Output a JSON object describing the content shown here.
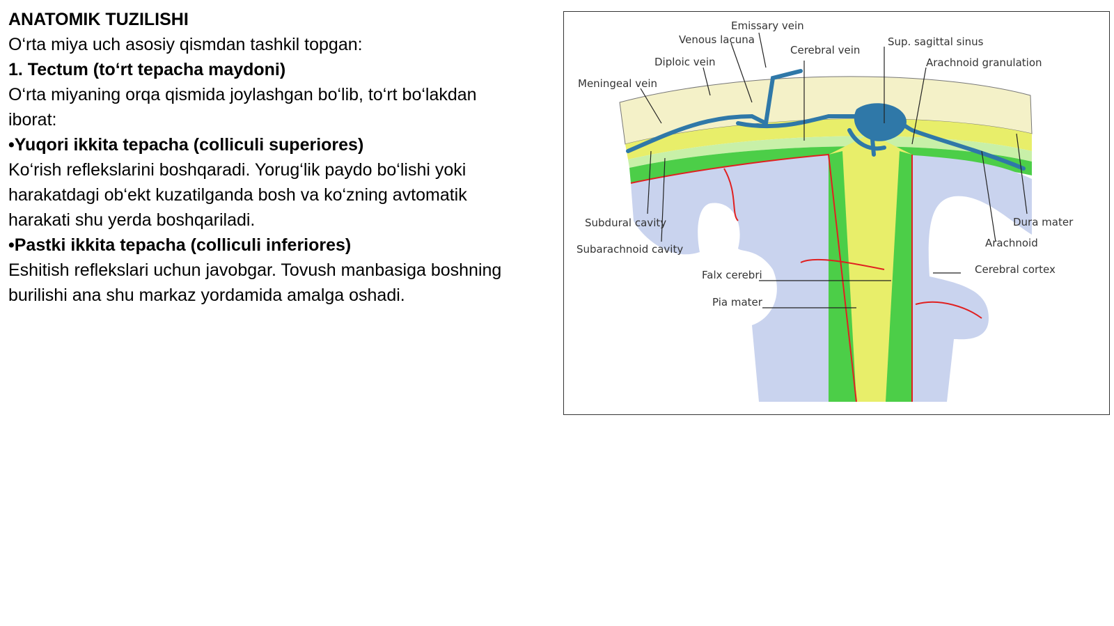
{
  "slide": {
    "heading": "ANATOMIK TUZILISHI",
    "intro": "O‘rta miya uch asosiy qismdan tashkil topgan:",
    "section1_title": "1. Tectum (to‘rt tepacha maydoni)",
    "section1_line1": "O‘rta miyaning orqa qismida joylashgan bo‘lib, to‘rt bo‘lakdan",
    "section1_line2": "iborat:",
    "bullet1_title": "•Yuqori ikkita tepacha (colliculi superiores)",
    "bullet1_line1": "Ko‘rish reflekslarini boshqaradi. Yorug‘lik paydo bo‘lishi yoki",
    "bullet1_line2": "harakatdagi ob‘ekt kuzatilganda bosh va ko‘zning avtomatik",
    "bullet1_line3": "harakati shu yerda boshqariladi.",
    "bullet2_title": "•Pastki ikkita tepacha (colliculi inferiores)",
    "bullet2_line1": "Eshitish reflekslari uchun javobgar. Tovush manbasiga boshning",
    "bullet2_line2": "burilishi ana shu markaz yordamida amalga oshadi."
  },
  "diagram": {
    "labels": {
      "emissary_vein": "Emissary vein",
      "venous_lacuna": "Venous lacuna",
      "cerebral_vein": "Cerebral vein",
      "sup_sagittal_sinus": "Sup. sagittal sinus",
      "diploic_vein": "Diploic vein",
      "arachnoid_granulation": "Arachnoid granulation",
      "meningeal_vein": "Meningeal vein",
      "subdural_cavity": "Subdural cavity",
      "subarachnoid_cavity": "Subarachnoid cavity",
      "dura_mater": "Dura mater",
      "arachnoid": "Arachnoid",
      "falx_cerebri": "Falx cerebri",
      "cerebral_cortex": "Cerebral cortex",
      "pia_mater": "Pia mater"
    },
    "colors": {
      "bone": "#f4f1c8",
      "dura": "#e8ee6a",
      "arachnoid": "#c8f0a8",
      "subarachnoid": "#4cce48",
      "cortex": "#c9d3ee",
      "vein": "#2f78a8",
      "pia": "#e02020"
    }
  }
}
